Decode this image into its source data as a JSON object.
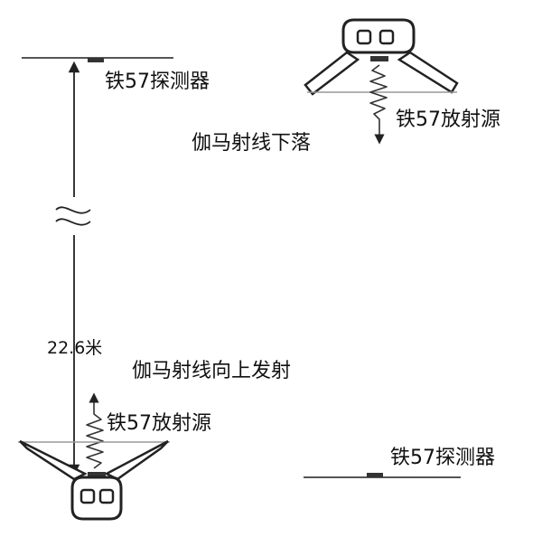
{
  "labels": {
    "top_detector": "铁57探测器",
    "top_source": "铁57放射源",
    "gamma_down": "伽马射线下落",
    "distance": "22.6米",
    "gamma_up": "伽马射线向上发射",
    "bottom_source": "铁57放射源",
    "bottom_detector": "铁57探测器"
  },
  "colors": {
    "ink": "#111111",
    "line": "#555555",
    "fill": "#ffffff"
  }
}
